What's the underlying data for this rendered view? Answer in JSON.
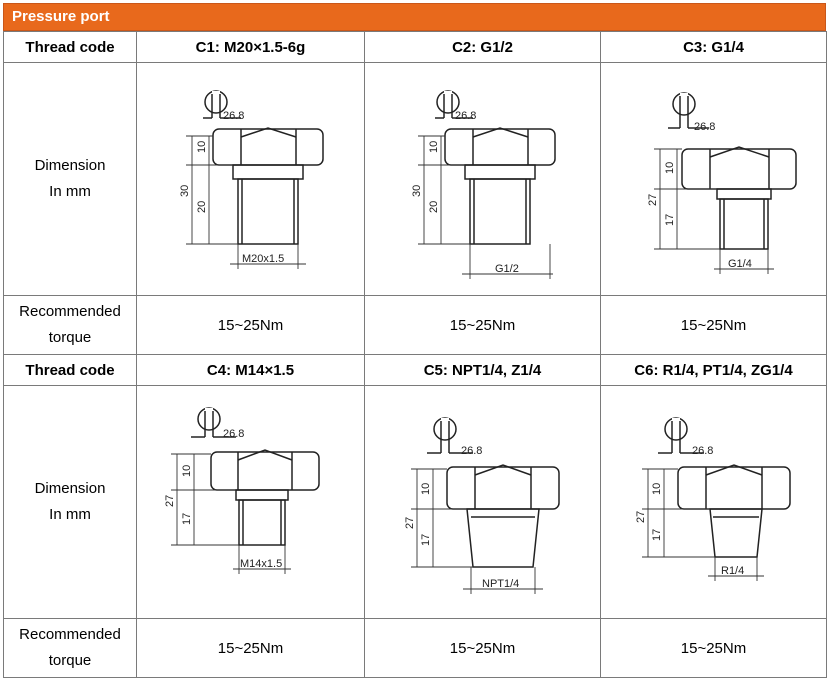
{
  "section_title": "Pressure port",
  "rows": [
    {
      "thread_code_label": "Thread code",
      "dimension_label": [
        "Dimension",
        "In mm"
      ],
      "torque_label": [
        "Recommended",
        "torque"
      ],
      "columns": [
        {
          "code": "C1: M20×1.5-6g",
          "torque": "15~25Nm",
          "fig": {
            "angle": "26.8",
            "hex": "10",
            "thread": "20",
            "total": "30",
            "thread_label": "M20x1.5"
          }
        },
        {
          "code": "C2: G1/2",
          "torque": "15~25Nm",
          "fig": {
            "angle": "26.8",
            "hex": "10",
            "thread": "20",
            "total": "30",
            "thread_label": "G1/2"
          }
        },
        {
          "code": "C3: G1/4",
          "torque": "15~25Nm",
          "fig": {
            "angle": "26.8",
            "hex": "10",
            "thread": "17",
            "total": "27",
            "thread_label": "G1/4"
          }
        }
      ]
    },
    {
      "thread_code_label": "Thread code",
      "dimension_label": [
        "Dimension",
        "In mm"
      ],
      "torque_label": [
        "Recommended",
        "torque"
      ],
      "columns": [
        {
          "code": "C4: M14×1.5",
          "torque": "15~25Nm",
          "fig": {
            "angle": "26.8",
            "hex": "10",
            "thread": "17",
            "total": "27",
            "thread_label": "M14x1.5"
          }
        },
        {
          "code": "C5: NPT1/4, Z1/4",
          "torque": "15~25Nm",
          "fig": {
            "angle": "26.8",
            "hex": "10",
            "thread": "17",
            "total": "27",
            "thread_label": "NPT1/4"
          }
        },
        {
          "code": "C6: R1/4, PT1/4, ZG1/4",
          "torque": "15~25Nm",
          "fig": {
            "angle": "26.8",
            "hex": "10",
            "thread": "17",
            "total": "27",
            "thread_label": "R1/4"
          }
        }
      ]
    }
  ]
}
